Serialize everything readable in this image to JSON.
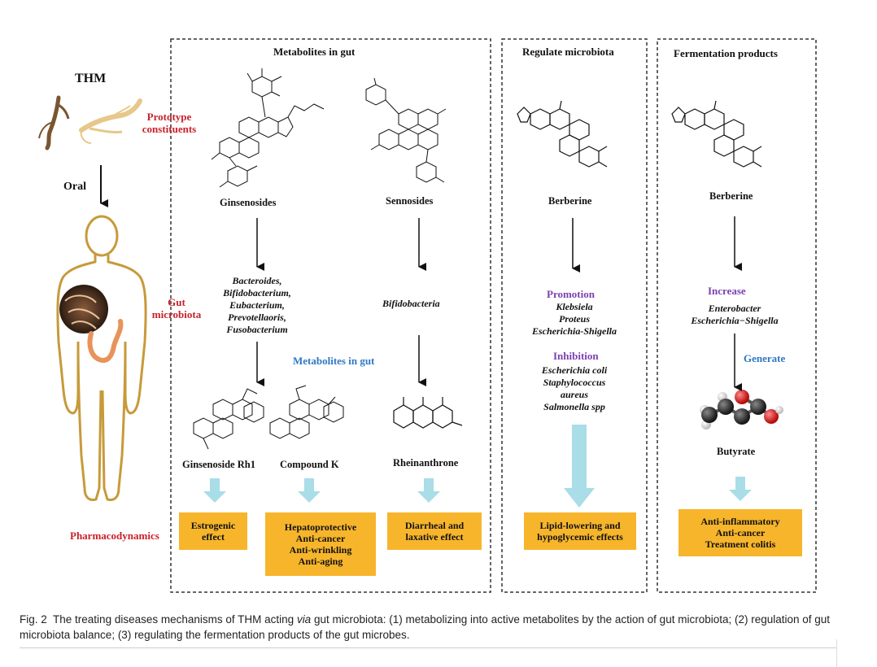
{
  "figure": {
    "thm_label": "THM",
    "prototype_label": [
      "Prototype",
      "constituents"
    ],
    "oral_label": "Oral",
    "gut_microbiota_label": [
      "Gut",
      "microbiota"
    ],
    "pharmacodynamics_label": "Pharmacodynamics"
  },
  "panel_metabolites": {
    "title": "Metabolites in gut",
    "ginsenosides": "Ginsenosides",
    "sennosides": "Sennosides",
    "bacteria_left": [
      "Bacteroides,",
      "Bifidobacterium,",
      "Eubacterium,",
      "Prevotellaoris,",
      "Fusobacterium"
    ],
    "bacteria_right": "Bifidobacteria",
    "metabolites_in_gut_blue": "Metabolites in gut",
    "ginsenoside_rh1": "Ginsenoside Rh1",
    "compound_k": "Compound K",
    "rheinanthrone": "Rheinanthrone",
    "effect_estrogenic": [
      "Estrogenic",
      "effect"
    ],
    "effect_hepato": [
      "Hepatoprotective",
      "Anti-cancer",
      "Anti-wrinkling",
      "Anti-aging"
    ],
    "effect_diarrheal": [
      "Diarrheal and",
      "laxative effect"
    ]
  },
  "panel_regulate": {
    "title": "Regulate microbiota",
    "compound": "Berberine",
    "promotion_label": "Promotion",
    "promotion_items": [
      "Klebsiela",
      "Proteus",
      "Escherichia-Shigella"
    ],
    "inhibition_label": "Inhibition",
    "inhibition_items": [
      "Escherichia coli",
      "Staphylococcus",
      "aureus",
      "Salmonella spp"
    ],
    "effect": [
      "Lipid-lowering and",
      "hypoglycemic effects"
    ]
  },
  "panel_fermentation": {
    "title": "Fermentation products",
    "compound": "Berberine",
    "increase_label": "Increase",
    "increase_items": [
      "Enterobacter",
      "Escherichia−Shigella"
    ],
    "generate_label": "Generate",
    "product": "Butyrate",
    "effect": [
      "Anti-inflammatory",
      "Anti-cancer",
      "Treatment colitis"
    ]
  },
  "caption": {
    "fig_label": "Fig. 2",
    "text_before_via": "The treating diseases mechanisms of THM acting",
    "via": "via",
    "text_after_via": "gut microbiota: (1) metabolizing into active metabolites by the action of gut microbiota; (2) regulation of gut microbiota balance; (3) regulating the fermentation products of the gut microbes."
  },
  "colors": {
    "effect_box": "#f7b52c",
    "down_arrow": "#a9dde8",
    "red_label": "#c8202a",
    "purple_label": "#7b3fb0",
    "blue_label": "#2f78c4",
    "body_outline": "#c79a3a"
  }
}
